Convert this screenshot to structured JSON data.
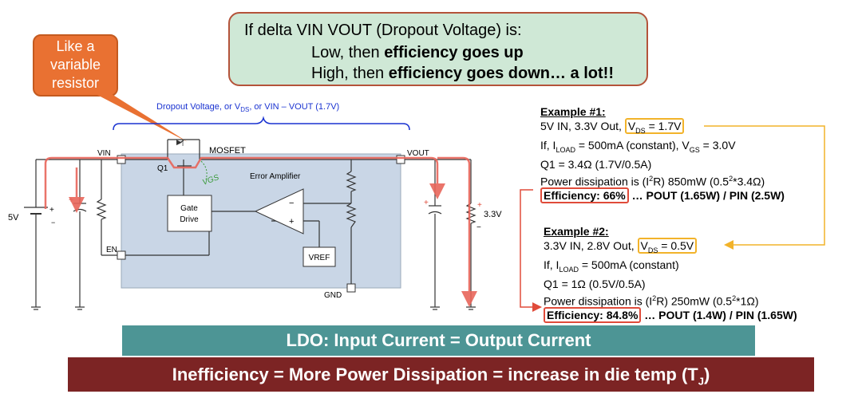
{
  "callout_top": {
    "line1": "If delta VIN VOUT (Dropout Voltage) is:",
    "line2_a": "Low, then ",
    "line2_b": "efficiency goes up",
    "line3_a": "High, then ",
    "line3_b": "efficiency goes down… a lot!!"
  },
  "callout_orange": {
    "l1": "Like a",
    "l2": "variable",
    "l3": "resistor"
  },
  "diagram": {
    "dropout_label_a": "Dropout Voltage, or V",
    "dropout_label_sub": "DS",
    "dropout_label_b": ", or VIN – VOUT (1.7V)",
    "vin": "VIN",
    "vout": "VOUT",
    "q1": "Q1",
    "mosfet": "MOSFET",
    "vgs": "VGS",
    "error_amp": "Error Amplifier",
    "gate_drive_1": "Gate",
    "gate_drive_2": "Drive",
    "en": "EN",
    "vref": "VREF",
    "gnd": "GND",
    "source_v": "5V",
    "load_v": "3.3V",
    "plus": "+",
    "minus": "−"
  },
  "example1": {
    "title": "Example #1:",
    "l1_a": "5V IN, 3.3V Out, ",
    "l1_box": "V",
    "l1_sub": "DS",
    "l1_b": " = 1.7V",
    "l2_a": "If, I",
    "l2_sub1": "LOAD",
    "l2_b": " = 500mA (constant), V",
    "l2_sub2": "GS",
    "l2_c": " = 3.0V",
    "l3": "Q1 = 3.4Ω (1.7V/0.5A)",
    "l4_a": "Power dissipation is (I",
    "l4_sup": "2",
    "l4_b": "R) 850mW (0.5",
    "l4_sup2": "2",
    "l4_c": "*3.4Ω)",
    "l5_box": "Efficiency:  66%",
    "l5_b": "… POUT (1.65W)  / PIN (2.5W)"
  },
  "example2": {
    "title": "Example #2:",
    "l1_a": "3.3V IN, 2.8V Out, ",
    "l1_box": "V",
    "l1_sub": "DS",
    "l1_b": " = 0.5V",
    "l2_a": "If, I",
    "l2_sub1": "LOAD",
    "l2_b": " = 500mA (constant)",
    "l3": "Q1 = 1Ω (0.5V/0.5A)",
    "l4_a": "Power dissipation is (I",
    "l4_sup": "2",
    "l4_b": "R) 250mW (0.5",
    "l4_sup2": "2",
    "l4_c": "*1Ω)",
    "l5_box": "Efficiency:  84.8%",
    "l5_b": "… POUT (1.4W)  / PIN (1.65W)"
  },
  "banner_teal": "LDO: Input Current = Output Current",
  "banner_red_a": "Inefficiency = More Power Dissipation = increase in die temp (T",
  "banner_red_sub": "J",
  "banner_red_b": ")",
  "colors": {
    "callout_bg": "#cfe8d6",
    "orange": "#e97132",
    "teal": "#4d9595",
    "maroon": "#7c2424",
    "current_arrow": "#e8655a",
    "chip": "#c9d6e6"
  }
}
